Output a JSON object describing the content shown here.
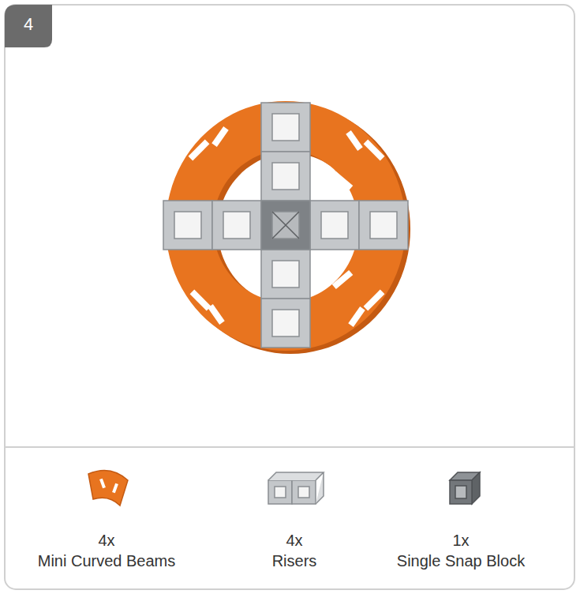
{
  "diagram": {
    "labels": [
      "4",
      "4x",
      "Mini Curved Beams",
      "4x",
      "Risers",
      "1x",
      "Single Snap Block"
    ]
  }
}
